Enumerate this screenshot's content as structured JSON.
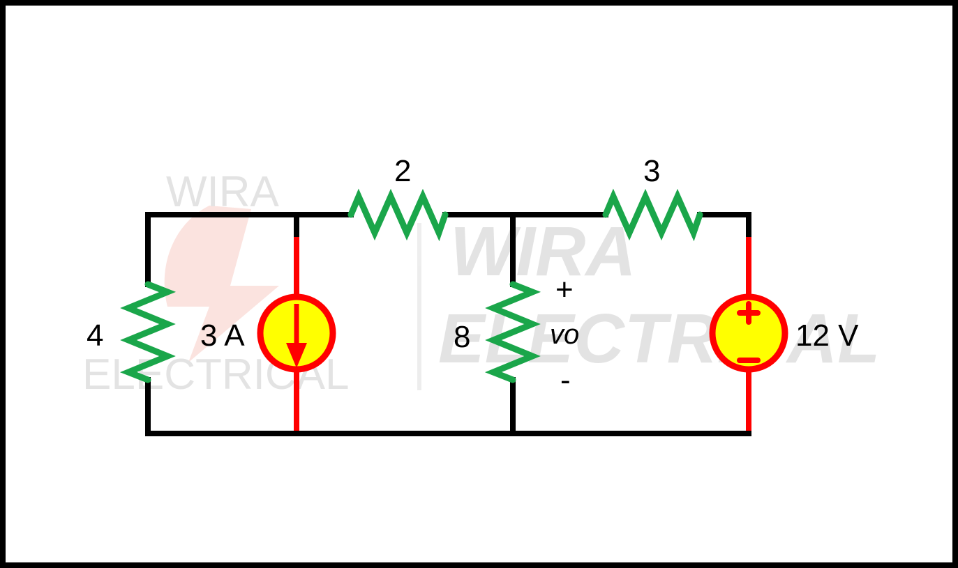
{
  "watermark": {
    "text_top": "WIRA",
    "text_bottom": "ELECTRICAL",
    "text_big_top": "WIRA",
    "text_big_bottom": "ELECTRICAL"
  },
  "colors": {
    "wire": "#000000",
    "source_wire": "#ff0000",
    "resistor": "#1aa64a",
    "source_fill": "#ffff00",
    "source_outline": "#ff0000",
    "watermark_gray": "#e3e3e3",
    "watermark_red": "#fbe0dc"
  },
  "components": {
    "r_left": {
      "label": "4"
    },
    "current_source": {
      "label": "3 A"
    },
    "r_top_left": {
      "label": "2"
    },
    "r_middle": {
      "label": "8"
    },
    "r_top_right": {
      "label": "3"
    },
    "voltage_source": {
      "label": "12 V"
    }
  },
  "output": {
    "plus": "+",
    "name": "vo",
    "minus": "-"
  }
}
